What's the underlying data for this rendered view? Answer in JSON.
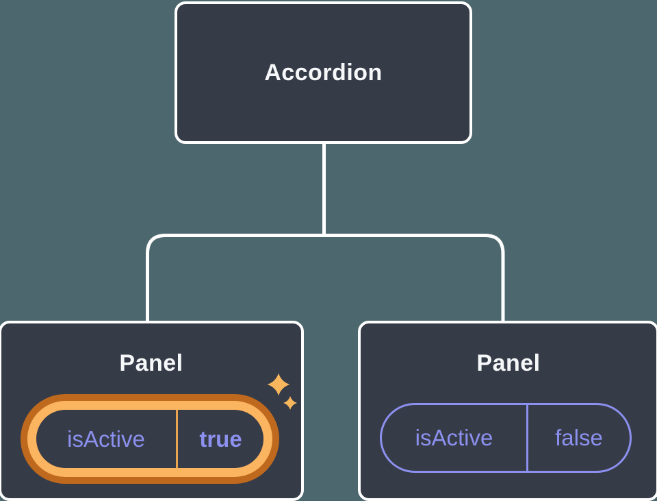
{
  "root_label": "Accordion",
  "panels": [
    {
      "title": "Panel",
      "prop_name": "isActive",
      "prop_value": "true",
      "highlighted": true
    },
    {
      "title": "Panel",
      "prop_name": "isActive",
      "prop_value": "false",
      "highlighted": false
    }
  ],
  "colors": {
    "background": "#4D676E",
    "node_fill": "#353B47",
    "node_border": "#FFFFFF",
    "title_text": "#F6F7F9",
    "prop_text": "#8C90EE",
    "highlight_ring_outer": "#BE691D",
    "highlight_ring_inner": "#FBB45F",
    "highlight_divider": "#E8A44E",
    "sparkle": "#F8B75D",
    "connector": "#FFFFFF"
  }
}
